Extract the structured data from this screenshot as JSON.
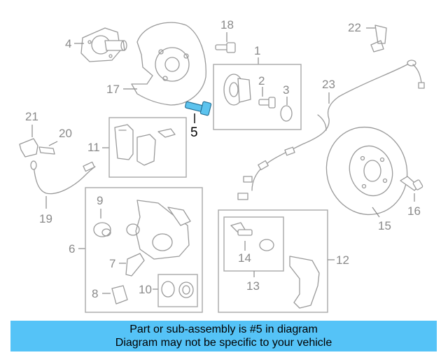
{
  "diagram": {
    "callouts": {
      "c1": "1",
      "c2": "2",
      "c3": "3",
      "c4": "4",
      "c5": "5",
      "c6": "6",
      "c7": "7",
      "c8": "8",
      "c9": "9",
      "c10": "10",
      "c11": "11",
      "c12": "12",
      "c13": "13",
      "c14": "14",
      "c15": "15",
      "c16": "16",
      "c17": "17",
      "c18": "18",
      "c19": "19",
      "c20": "20",
      "c21": "21",
      "c22": "22",
      "c23": "23"
    },
    "highlighted_part": "5",
    "colors": {
      "highlight": "#5cc3ee",
      "line_art": "#9a9a9a",
      "banner": "#55c3f7"
    }
  },
  "banner": {
    "line1": "Part or sub-assembly is #5 in diagram",
    "line2": "Diagram may not be specific to your vehicle"
  }
}
